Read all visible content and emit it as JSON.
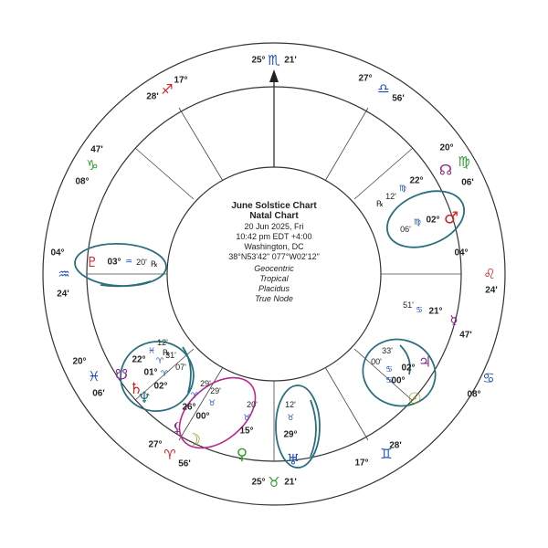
{
  "center": {
    "title": "June Solstice Chart",
    "subtitle": "Natal Chart",
    "date": "20 Jun 2025, Fri",
    "time": "10:42 pm  EDT +4:00",
    "place": "Washington, DC",
    "coords": "38°N53'42\" 077°W02'12\"",
    "mode1": "Geocentric",
    "mode2": "Tropical",
    "mode3": "Placidus",
    "mode4": "True Node"
  },
  "colors": {
    "red": "#d42020",
    "green": "#2f9a2f",
    "blue": "#1f4fb8",
    "purple": "#8a2a8a",
    "teal": "#2a6f7f",
    "magenta": "#b8278f",
    "olive": "#8f8f12"
  },
  "cusps": [
    {
      "deg": "25°",
      "glyph": "♏",
      "min": "21'",
      "color": "blue"
    },
    {
      "deg": "27°",
      "glyph": "♎",
      "min": "56'",
      "color": "blue"
    },
    {
      "deg": "20°",
      "glyph": "♍",
      "min": "06'",
      "color": "green"
    },
    {
      "deg": "04°",
      "glyph": "♌",
      "min": "24'",
      "color": "red"
    },
    {
      "deg": "47'",
      "glyph": "♋",
      "min": "08°",
      "color": "blue"
    },
    {
      "deg": "28'",
      "glyph": "♊",
      "min": "17°",
      "color": "blue"
    },
    {
      "deg": "25°",
      "glyph": "♉",
      "min": "21'",
      "color": "green"
    },
    {
      "deg": "27°",
      "glyph": "♈",
      "min": "56'",
      "color": "red"
    },
    {
      "deg": "20°",
      "glyph": "♓",
      "min": "06'",
      "color": "blue"
    },
    {
      "deg": "04°",
      "glyph": "♒",
      "min": "24'",
      "color": "blue"
    },
    {
      "deg": "47'",
      "glyph": "♑",
      "min": "08°",
      "color": "green"
    },
    {
      "deg": "28'",
      "glyph": "♐",
      "min": "17°",
      "color": "red"
    }
  ],
  "planets": [
    {
      "name": "node-north",
      "glyph": "☊",
      "color": "purple",
      "deg": "22°",
      "sign": "♍",
      "min": "12'",
      "retro": "℞"
    },
    {
      "name": "mars",
      "glyph": "♂",
      "color": "red",
      "deg": "02°",
      "sign": "♍",
      "min": "06'",
      "retro": ""
    },
    {
      "name": "mercury",
      "glyph": "☿",
      "color": "purple",
      "deg": "21°",
      "sign": "♋",
      "min": "51'",
      "retro": ""
    },
    {
      "name": "jupiter",
      "glyph": "♃",
      "color": "purple",
      "deg": "02°",
      "sign": "♋",
      "min": "00'",
      "retro": ""
    },
    {
      "name": "sun",
      "glyph": "☉",
      "color": "olive",
      "deg": "00°",
      "sign": "♋",
      "min": "33'",
      "retro": ""
    },
    {
      "name": "uranus",
      "glyph": "♅",
      "color": "blue",
      "deg": "29°",
      "sign": "♉",
      "min": "12'",
      "retro": ""
    },
    {
      "name": "venus",
      "glyph": "♀",
      "color": "green",
      "deg": "15°",
      "sign": "♉",
      "min": "20'",
      "retro": ""
    },
    {
      "name": "moon",
      "glyph": "☽",
      "color": "olive",
      "deg": "00°",
      "sign": "♉",
      "min": "29'",
      "retro": ""
    },
    {
      "name": "lilith",
      "glyph": "⚸",
      "color": "purple",
      "deg": "26°",
      "sign": "♈",
      "min": "29'",
      "retro": ""
    },
    {
      "name": "neptune",
      "glyph": "♆",
      "color": "teal",
      "deg": "02°",
      "sign": "♈",
      "min": "07'",
      "retro": ""
    },
    {
      "name": "saturn",
      "glyph": "♄",
      "color": "red",
      "deg": "01°",
      "sign": "♈",
      "min": "31'",
      "retro": ""
    },
    {
      "name": "chiron",
      "glyph": "☋",
      "color": "purple",
      "deg": "22°",
      "sign": "♓",
      "min": "12'",
      "retro": "℞"
    },
    {
      "name": "pluto",
      "glyph": "♇",
      "color": "red",
      "deg": "03°",
      "sign": "♒",
      "min": "20'",
      "retro": "℞"
    }
  ]
}
